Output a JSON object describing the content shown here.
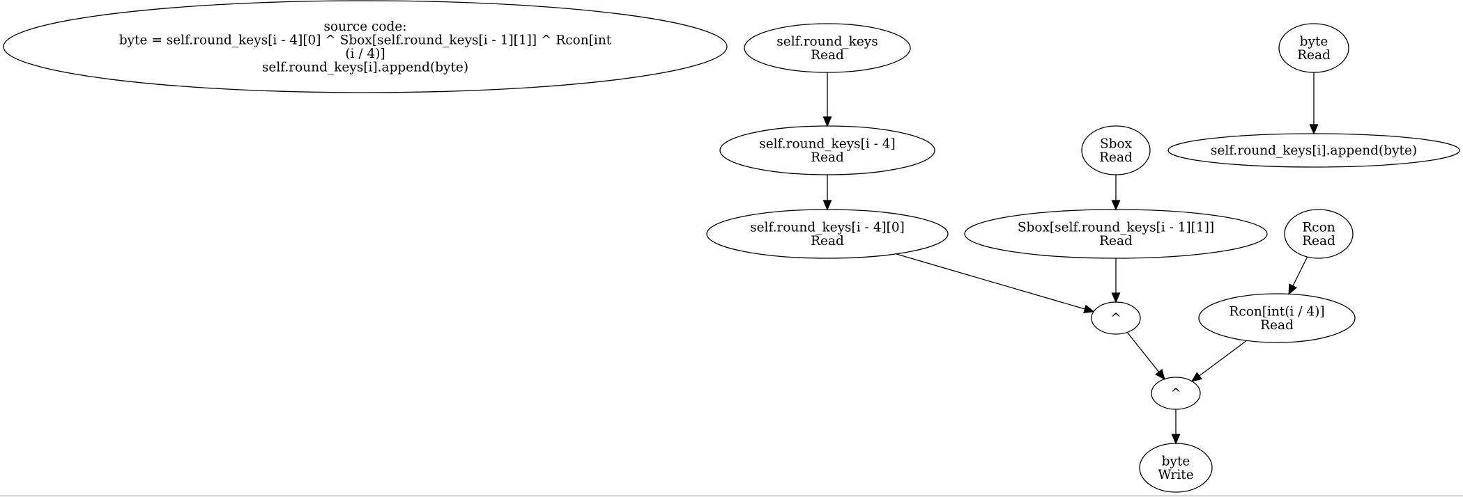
{
  "colors": {
    "background": "#ffffff",
    "stroke": "#000000",
    "text": "#000000"
  },
  "nodes": [
    {
      "id": "src",
      "lines": [
        "source code:",
        "byte = self.round_keys[i - 4][0] ^ Sbox[self.round_keys[i - 1][1]] ^ Rcon[int",
        "(i / 4)]",
        "self.round_keys[i].append(byte)"
      ]
    },
    {
      "id": "rk",
      "lines": [
        "self.round_keys",
        "Read"
      ]
    },
    {
      "id": "rk4",
      "lines": [
        "self.round_keys[i - 4]",
        "Read"
      ]
    },
    {
      "id": "rk40",
      "lines": [
        "self.round_keys[i - 4][0]",
        "Read"
      ]
    },
    {
      "id": "sbox",
      "lines": [
        "Sbox",
        "Read"
      ]
    },
    {
      "id": "sboxidx",
      "lines": [
        "Sbox[self.round_keys[i - 1][1]]",
        "Read"
      ]
    },
    {
      "id": "xor1",
      "lines": [
        "^"
      ]
    },
    {
      "id": "rcon",
      "lines": [
        "Rcon",
        "Read"
      ]
    },
    {
      "id": "rconidx",
      "lines": [
        "Rcon[int(i / 4)]",
        "Read"
      ]
    },
    {
      "id": "xor2",
      "lines": [
        "^"
      ]
    },
    {
      "id": "bytew",
      "lines": [
        "byte",
        "Write"
      ]
    },
    {
      "id": "byter",
      "lines": [
        "byte",
        "Read"
      ]
    },
    {
      "id": "append",
      "lines": [
        "self.round_keys[i].append(byte)"
      ]
    }
  ],
  "edges": [
    {
      "from": "rk",
      "to": "rk4"
    },
    {
      "from": "rk4",
      "to": "rk40"
    },
    {
      "from": "rk40",
      "to": "xor1"
    },
    {
      "from": "sbox",
      "to": "sboxidx"
    },
    {
      "from": "sboxidx",
      "to": "xor1"
    },
    {
      "from": "rcon",
      "to": "rconidx"
    },
    {
      "from": "xor1",
      "to": "xor2"
    },
    {
      "from": "rconidx",
      "to": "xor2"
    },
    {
      "from": "xor2",
      "to": "bytew"
    },
    {
      "from": "byter",
      "to": "append"
    }
  ]
}
